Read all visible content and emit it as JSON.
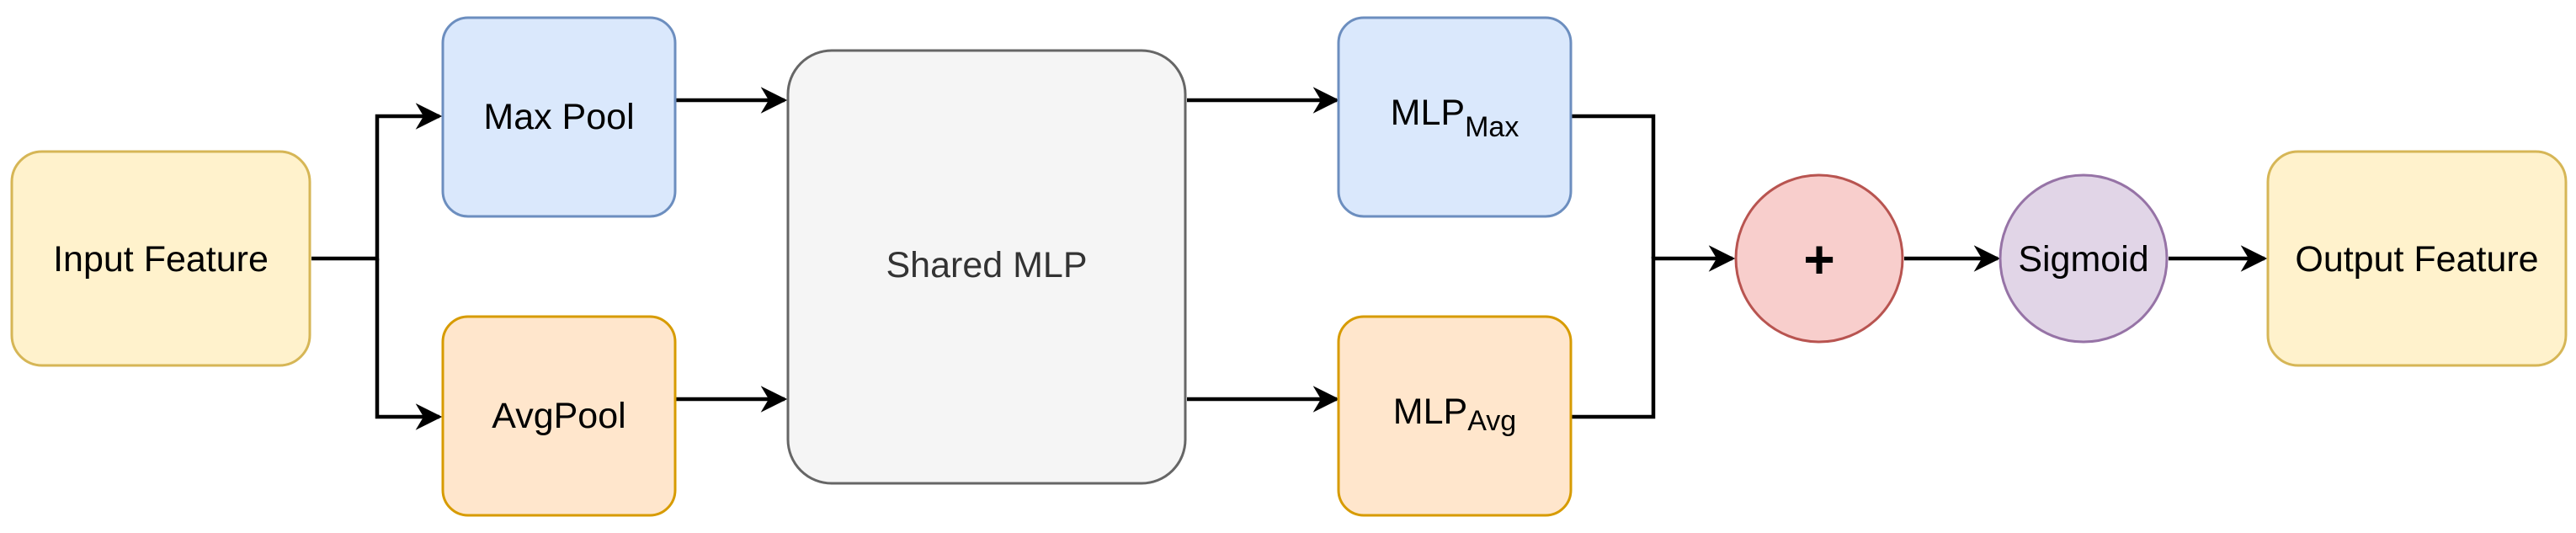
{
  "nodes": {
    "input_feature": {
      "label": "Input Feature",
      "fill": "#fff2cc",
      "stroke": "#d6b656"
    },
    "max_pool": {
      "label": "Max Pool",
      "fill": "#dae8fc",
      "stroke": "#6c8ebf"
    },
    "avg_pool": {
      "label": "AvgPool",
      "fill": "#ffe6cc",
      "stroke": "#d79b00"
    },
    "shared_mlp": {
      "label": "Shared MLP",
      "fill": "#f5f5f5",
      "stroke": "#666666"
    },
    "mlp_max": {
      "label": "MLP",
      "subscript": "Max",
      "fill": "#dae8fc",
      "stroke": "#6c8ebf"
    },
    "mlp_avg": {
      "label": "MLP",
      "subscript": "Avg",
      "fill": "#ffe6cc",
      "stroke": "#d79b00"
    },
    "add": {
      "label": "+",
      "fill": "#f8cecc",
      "stroke": "#b85450"
    },
    "sigmoid": {
      "label": "Sigmoid",
      "fill": "#e1d5e7",
      "stroke": "#9673a6"
    },
    "output_feature": {
      "label": "Output Feature",
      "fill": "#fff2cc",
      "stroke": "#d6b656"
    }
  },
  "edges": [
    {
      "from": "input_feature",
      "to": "max_pool"
    },
    {
      "from": "input_feature",
      "to": "avg_pool"
    },
    {
      "from": "max_pool",
      "to": "shared_mlp"
    },
    {
      "from": "avg_pool",
      "to": "shared_mlp"
    },
    {
      "from": "shared_mlp",
      "to": "mlp_max"
    },
    {
      "from": "shared_mlp",
      "to": "mlp_avg"
    },
    {
      "from": "mlp_max",
      "to": "add"
    },
    {
      "from": "mlp_avg",
      "to": "add"
    },
    {
      "from": "add",
      "to": "sigmoid"
    },
    {
      "from": "sigmoid",
      "to": "output_feature"
    }
  ]
}
